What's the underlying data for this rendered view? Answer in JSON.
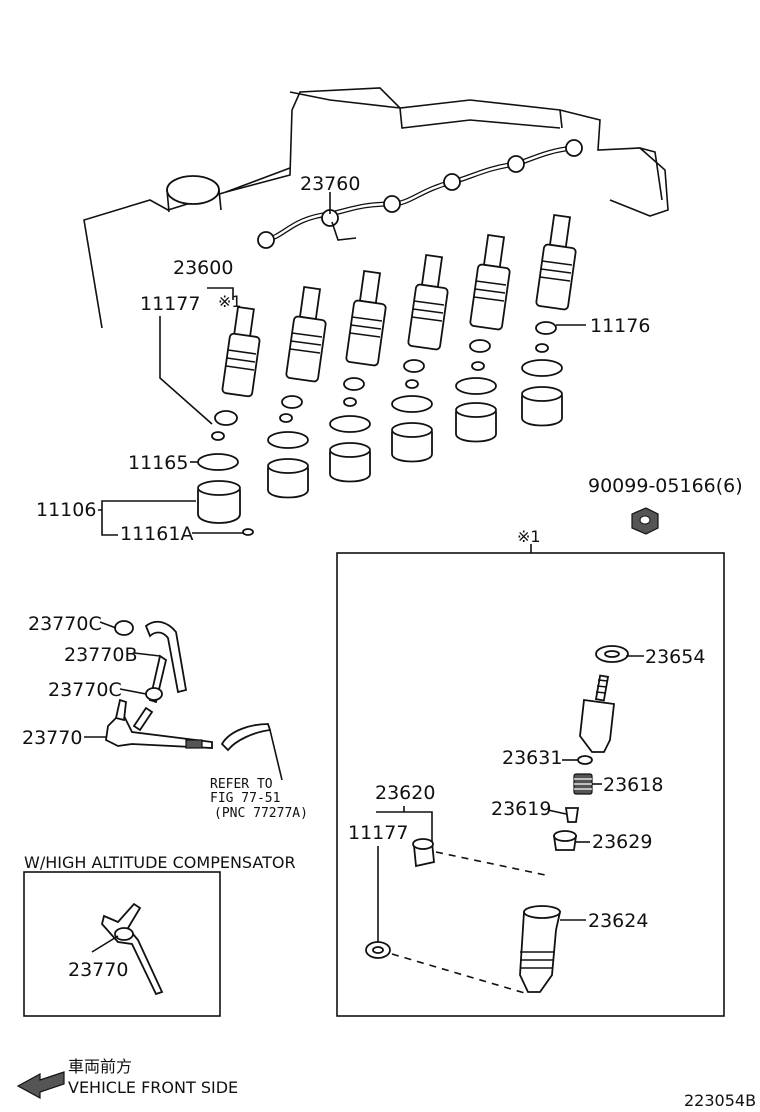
{
  "labels": {
    "p23760": "23760",
    "p23600": "23600",
    "p11177a": "11177",
    "note1a": "※1",
    "p11176": "11176",
    "p11165": "11165",
    "p11106": "11106",
    "p11161A": "11161A",
    "p90099": "90099-05166(6)",
    "note1b": "※1",
    "p23770C_top": "23770C",
    "p23770B": "23770B",
    "p23770C_bot": "23770C",
    "p23770_main": "23770",
    "refer_line1": "REFER TO",
    "refer_line2": "FIG 77-51",
    "refer_line3": "(PNC 77277A)",
    "p23654": "23654",
    "p23631": "23631",
    "p23618": "23618",
    "p23620": "23620",
    "p23619": "23619",
    "p11177b": "11177",
    "p23629": "23629",
    "p23624": "23624",
    "alt_title": "W/HIGH ALTITUDE COMPENSATOR",
    "p23770_alt": "23770",
    "front_jp": "車両前方",
    "front_en": "VEHICLE FRONT SIDE",
    "figure_id": "223054B"
  }
}
